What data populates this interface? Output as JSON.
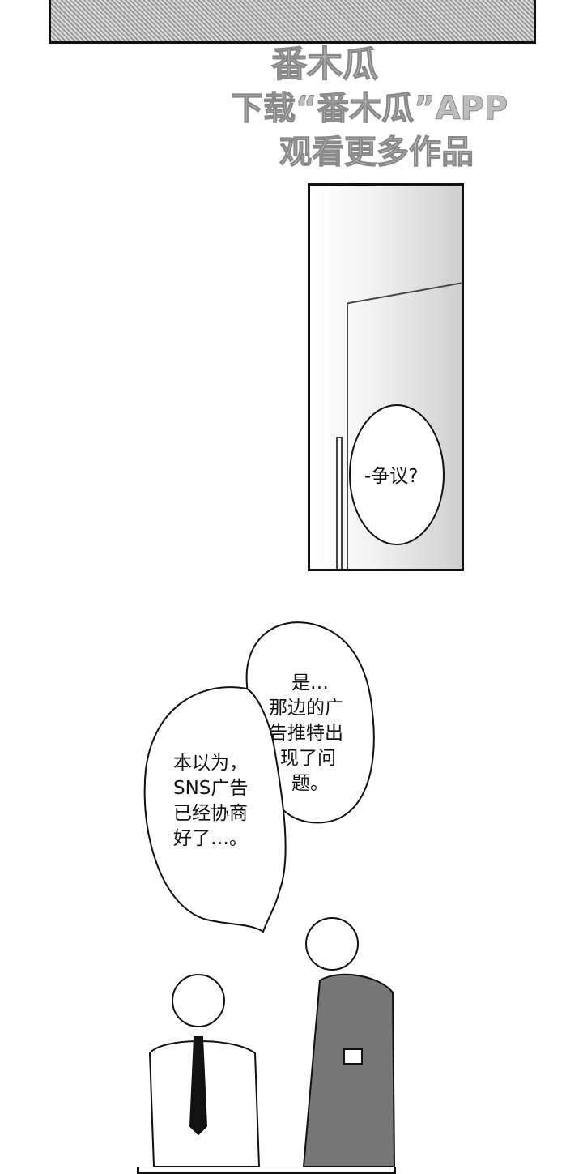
{
  "watermark": {
    "logo": "番木瓜",
    "line1": "下载“番木瓜”APP",
    "line2": "观看更多作品"
  },
  "panel2": {
    "bubble_text": "-争议?"
  },
  "panel3": {
    "bubble_right_lines": [
      "是…",
      "那边的广",
      "告推特出",
      "现了问",
      "题。"
    ],
    "bubble_left_lines": [
      "本以为，",
      "SNS广告",
      "已经协商",
      "好了…。"
    ]
  }
}
